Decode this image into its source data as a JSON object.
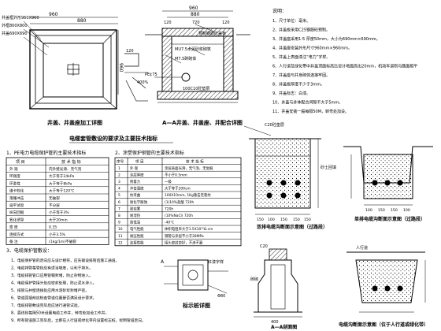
{
  "pit_plan": {
    "dim_top": "960",
    "dim_mid": "880",
    "dim_right": "960",
    "cover_label": "井盖框外形960X960",
    "inner_label": "井盖690X690",
    "frame_label": "外框800X800",
    "wall_label": "120",
    "ramp_label": "400%",
    "caption": "井盖、井盖座加工详图"
  },
  "section_aa": {
    "dim_top": "960",
    "dim_sub": "880",
    "wall_a": "120",
    "wall_b": "720",
    "wall_c": "120",
    "top_label": "预制钢筋砼盖板",
    "masonry_label": "MU7.5水泥砂浆砌筑",
    "brick_label": "M7.5砖砌体",
    "pipe_label": "PE¢75",
    "base_label": "100C10砼垫层",
    "caption": "A—A井盖、井盖座、井配合详图"
  },
  "notes": {
    "title": "说明：",
    "lines": [
      "1、尺寸单位：毫米。",
      "2、井盖板采用C25钢筋砼预制。",
      "3、井盖座采用1:5 厚度50mm，大小为690mm×690mm。",
      "4、井盖座安装外形尺寸960mm×960mm。",
      "5、井盖上表面漆注“电力”字样。",
      "6、人行道及绿化带中井盖顶面标高比设计地面高出20mm，机动车道则与路面相平。",
      "7、井盖座与井身砌体连接牢固。",
      "8、井盖板厚度不少于3mm。",
      "9、井盖标志：白漆。",
      "10、井盖与井体配合间隙不大于5mm。",
      "11、井盖安装一般每隔50M，转弯处加设。"
    ]
  },
  "spec_title": "电缆套管敷设的要求及主要技术指标",
  "table1": {
    "title": "1、PE电力电缆保护管的主要技术指标",
    "header": [
      "项 目",
      "技 术 指 标"
    ],
    "rows": [
      [
        "外 观",
        "内外壁光滑、无气泡"
      ],
      [
        "环刚度",
        "大于等于24kPa"
      ],
      [
        "环柔性",
        "大于等于8kPa"
      ],
      [
        "维卡软化",
        "大于等于120℃"
      ],
      [
        "落锤冲击",
        "无破裂"
      ],
      [
        "扁平试验",
        "不分层"
      ],
      [
        "纵向回缩",
        "小于等于3%"
      ],
      [
        "氧化诱导",
        "大于20min"
      ],
      [
        "密 度",
        "0.35"
      ],
      [
        "连接方式",
        "小于3.5%"
      ],
      [
        "备 注",
        "(1kg/1m)不破裂"
      ]
    ]
  },
  "table2": {
    "title": "2、涂塑保护钢管的主要技术指标",
    "header": [
      "序号",
      "项 目",
      "技 术 指 标"
    ],
    "rows": [
      [
        "1",
        "外 观",
        "涂层表面光滑，无气泡、无划痕"
      ],
      [
        "2",
        "涂层厚度",
        "不小于0.5mm"
      ],
      [
        "3",
        "附着力",
        "一级"
      ],
      [
        "4",
        "冲击强度",
        "大于等于200cm"
      ],
      [
        "5",
        "抗弯曲",
        "100X10mm, 1Kg锤击无裂纹"
      ],
      [
        "6",
        "耐化学腐蚀",
        "(1)10%盐酸  720h\n(2)10%氢氧化钠  720h"
      ],
      [
        "7",
        "耐盐雾",
        "720h"
      ],
      [
        "8",
        "耐湿热",
        "(10%NaCl) 720h"
      ],
      [
        "9",
        "耐低温",
        "-40℃"
      ],
      [
        "10",
        "电气性能",
        "体积电阻率大于1.5X10¹⁵Ω.cm"
      ],
      [
        "11",
        "耐压性能",
        "钢管与涂层不小于28MPa"
      ],
      [
        "12",
        "连接性能",
        "接头密封良好，不渗不漏"
      ]
    ]
  },
  "install": {
    "title": "3、电缆保护管敷设：",
    "lines": [
      "1、电缆保护管的走向应与设计相符，应先铺设排管后施工通道。",
      "2、电缆排管每管段应有适当坡度，以利于排水。",
      "3、电缆排管管口应用管帽封堵，防止杂物进入。",
      "4、电缆保护管接头处应密封处理，防止泥水渗入。",
      "5、排管与井壁连接处应用水泥砂浆封堵严密。",
      "6、管道回填前应检查管道位置是否满足设计要求。",
      "7、电缆排管敷设完毕后应进行通管试验。",
      "8、直线段每隔50米设置电缆工作井，转弯处加设工作井。",
      "9、所有管道施工完毕后，立即在人行道或绿化带内设置标志桩，标明管道走向。"
    ]
  },
  "marker_section": {
    "label_top": "红漆字样",
    "label_mark": "A",
    "label_dim": "Φ80",
    "caption": "标示桩详图"
  },
  "trench": {
    "label_top": "C20砼垫层",
    "label_fill": "砂土回填",
    "dims": [
      "150",
      "100",
      "150",
      "150",
      "150"
    ],
    "caption": "双排电缆沟断面示意图（过路段）"
  },
  "trench_single": {
    "dims": [
      "100",
      "150",
      "150",
      "100"
    ],
    "caption": "单排电缆沟断面示意图（过路段）"
  },
  "post_section": {
    "label_top": "C20",
    "label_mid": "砖砌",
    "label_base": "400",
    "caption": "A—A剖面图"
  },
  "duct_section": {
    "label": "人行道",
    "caption": "电缆沟断面示意图（位于人行道或绿化带）"
  }
}
